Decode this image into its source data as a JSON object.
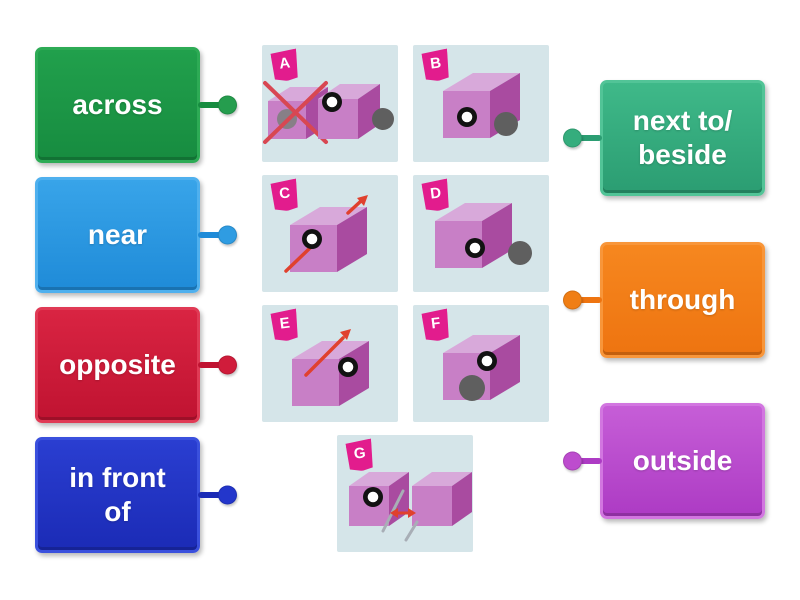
{
  "page": {
    "background": "#ffffff"
  },
  "left_cards": [
    {
      "label": "across",
      "color": "#21a04c",
      "color_dark": "#178c40"
    },
    {
      "label": "near",
      "color": "#38a4e9",
      "color_dark": "#1f8bd8"
    },
    {
      "label": "opposite",
      "color": "#d92442",
      "color_dark": "#c01331"
    },
    {
      "label": "in front\nof",
      "color": "#2a3ed1",
      "color_dark": "#1b2bb6"
    }
  ],
  "right_cards": [
    {
      "label": "next to/\nbeside",
      "color": "#3fb989",
      "color_dark": "#2b9d72"
    },
    {
      "label": "through",
      "color": "#f6871f",
      "color_dark": "#ee7410"
    },
    {
      "label": "outside",
      "color": "#c65ed7",
      "color_dark": "#ad3bc4"
    }
  ],
  "tiles": [
    {
      "letter": "A",
      "image": "ball-in-box-crossed-out-and-ball-beside-box"
    },
    {
      "letter": "B",
      "image": "ball-next-to-box"
    },
    {
      "letter": "C",
      "image": "arrow-through-box"
    },
    {
      "letter": "D",
      "image": "ball-near-box"
    },
    {
      "letter": "E",
      "image": "arrow-across-box-top"
    },
    {
      "letter": "F",
      "image": "ball-in-front-of-box"
    },
    {
      "letter": "G",
      "image": "two-boxes-opposite-each-other"
    }
  ],
  "tile_style": {
    "background": "#d5e5e9",
    "badge_color": "#e21c8d",
    "cube_top": "#d8a9da",
    "cube_front": "#c87fc6",
    "cube_side": "#a94ba0",
    "ball_color": "#5f5f5f",
    "marker_ring": "#121212",
    "marker_core": "#ffffff",
    "arrow_color": "#e0412e",
    "cross_color": "#d84752",
    "ground_line_color": "#a8aeb6"
  }
}
